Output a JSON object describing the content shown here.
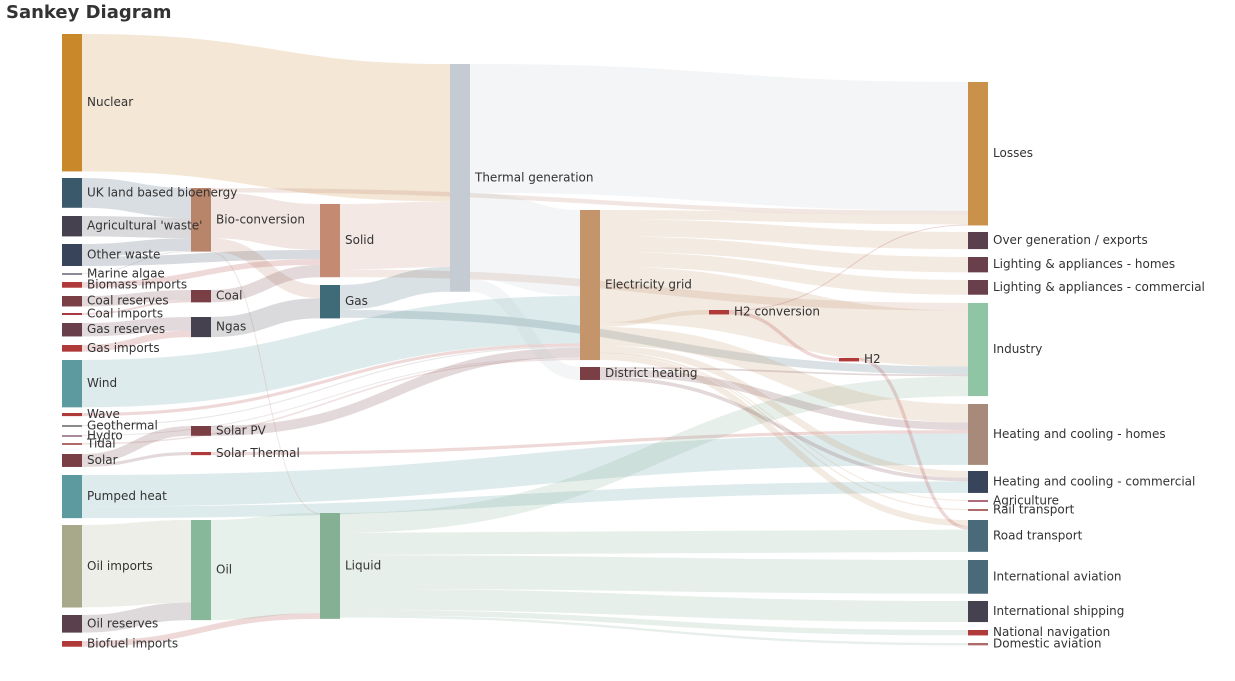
{
  "title": "Sankey Diagram",
  "chart_data": {
    "type": "sankey",
    "nodes": [
      {
        "name": "Nuclear",
        "color": "#c9892b"
      },
      {
        "name": "UK land based bioenergy",
        "color": "#3a5a6c"
      },
      {
        "name": "Agricultural 'waste'",
        "color": "#45414f"
      },
      {
        "name": "Other waste",
        "color": "#374459"
      },
      {
        "name": "Marine algae",
        "color": "#8a8a9a"
      },
      {
        "name": "Biomass imports",
        "color": "#b03a3a"
      },
      {
        "name": "Coal reserves",
        "color": "#7a3f44"
      },
      {
        "name": "Coal imports",
        "color": "#a83a3f"
      },
      {
        "name": "Gas reserves",
        "color": "#6a3f4c"
      },
      {
        "name": "Gas imports",
        "color": "#b03a3a"
      },
      {
        "name": "Wind",
        "color": "#5c9aa0"
      },
      {
        "name": "Wave",
        "color": "#b03a3a"
      },
      {
        "name": "Geothermal",
        "color": "#8a8a8a"
      },
      {
        "name": "Hydro",
        "color": "#a88a9a"
      },
      {
        "name": "Tidal",
        "color": "#b06a6a"
      },
      {
        "name": "Solar",
        "color": "#7a3f44"
      },
      {
        "name": "Pumped heat",
        "color": "#5c9aa0"
      },
      {
        "name": "Oil imports",
        "color": "#a8a88a"
      },
      {
        "name": "Oil reserves",
        "color": "#5a3f4c"
      },
      {
        "name": "Biofuel imports",
        "color": "#b03a3a"
      },
      {
        "name": "Bio-conversion",
        "color": "#b8846a"
      },
      {
        "name": "Coal",
        "color": "#7a3f44"
      },
      {
        "name": "Ngas",
        "color": "#45414f"
      },
      {
        "name": "Solar PV",
        "color": "#7a3f44"
      },
      {
        "name": "Solar Thermal",
        "color": "#b03a3a"
      },
      {
        "name": "Oil",
        "color": "#88b89a"
      },
      {
        "name": "Solid",
        "color": "#c48a72"
      },
      {
        "name": "Gas",
        "color": "#3f6a78"
      },
      {
        "name": "Liquid",
        "color": "#86b094"
      },
      {
        "name": "Thermal generation",
        "color": "#c5cbd3"
      },
      {
        "name": "Electricity grid",
        "color": "#c4956a"
      },
      {
        "name": "District heating",
        "color": "#7a3f44"
      },
      {
        "name": "H2 conversion",
        "color": "#b03a3a"
      },
      {
        "name": "H2",
        "color": "#b03a3a"
      },
      {
        "name": "Losses",
        "color": "#c9914a"
      },
      {
        "name": "Over generation / exports",
        "color": "#5a3f4c"
      },
      {
        "name": "Lighting & appliances - homes",
        "color": "#6a3f4c"
      },
      {
        "name": "Lighting & appliances - commercial",
        "color": "#6a3f4c"
      },
      {
        "name": "Industry",
        "color": "#8fc4a4"
      },
      {
        "name": "Heating and cooling - homes",
        "color": "#a88a7a"
      },
      {
        "name": "Heating and cooling - commercial",
        "color": "#374459"
      },
      {
        "name": "Agriculture",
        "color": "#b06a7a"
      },
      {
        "name": "Rail transport",
        "color": "#b06a6a"
      },
      {
        "name": "Road transport",
        "color": "#4a6a7a"
      },
      {
        "name": "International aviation",
        "color": "#4a6a7a"
      },
      {
        "name": "International shipping",
        "color": "#45414f"
      },
      {
        "name": "National navigation",
        "color": "#b03a3a"
      },
      {
        "name": "Domestic aviation",
        "color": "#b06a6a"
      }
    ],
    "links": [
      {
        "source": "Nuclear",
        "target": "Thermal generation",
        "value": 839.978
      },
      {
        "source": "UK land based bioenergy",
        "target": "Bio-conversion",
        "value": 182.01
      },
      {
        "source": "Agricultural 'waste'",
        "target": "Bio-conversion",
        "value": 124.729
      },
      {
        "source": "Other waste",
        "target": "Bio-conversion",
        "value": 77.81
      },
      {
        "source": "Other waste",
        "target": "Solid",
        "value": 56.587
      },
      {
        "source": "Marine algae",
        "target": "Bio-conversion",
        "value": 4.375
      },
      {
        "source": "Biomass imports",
        "target": "Solid",
        "value": 35
      },
      {
        "source": "Coal reserves",
        "target": "Coal",
        "value": 63.965
      },
      {
        "source": "Coal imports",
        "target": "Coal",
        "value": 11.606
      },
      {
        "source": "Gas reserves",
        "target": "Ngas",
        "value": 82.233
      },
      {
        "source": "Gas imports",
        "target": "Ngas",
        "value": 40.719
      },
      {
        "source": "Wind",
        "target": "Electricity grid",
        "value": 289.366
      },
      {
        "source": "Wave",
        "target": "Electricity grid",
        "value": 19.013
      },
      {
        "source": "Geothermal",
        "target": "Electricity grid",
        "value": 7.013
      },
      {
        "source": "Hydro",
        "target": "Electricity grid",
        "value": 6.995
      },
      {
        "source": "Tidal",
        "target": "Electricity grid",
        "value": 9.452
      },
      {
        "source": "Solar",
        "target": "Solar PV",
        "value": 59.901
      },
      {
        "source": "Solar",
        "target": "Solar Thermal",
        "value": 19.263
      },
      {
        "source": "Pumped heat",
        "target": "Heating and cooling - homes",
        "value": 193.026
      },
      {
        "source": "Pumped heat",
        "target": "Heating and cooling - commercial",
        "value": 70.672
      },
      {
        "source": "Oil imports",
        "target": "Oil",
        "value": 504.287
      },
      {
        "source": "Oil reserves",
        "target": "Oil",
        "value": 107.703
      },
      {
        "source": "Biofuel imports",
        "target": "Liquid",
        "value": 35
      },
      {
        "source": "Bio-conversion",
        "target": "Solid",
        "value": 280.322
      },
      {
        "source": "Bio-conversion",
        "target": "Gas",
        "value": 81.144
      },
      {
        "source": "Bio-conversion",
        "target": "Liquid",
        "value": 0.129
      },
      {
        "source": "Bio-conversion",
        "target": "Losses",
        "value": 26.862
      },
      {
        "source": "Coal",
        "target": "Solid",
        "value": 75.571
      },
      {
        "source": "Ngas",
        "target": "Gas",
        "value": 122.952
      },
      {
        "source": "Solar PV",
        "target": "Electricity grid",
        "value": 59.901
      },
      {
        "source": "Solar Thermal",
        "target": "Heating and cooling - homes",
        "value": 19.263
      },
      {
        "source": "Oil",
        "target": "Liquid",
        "value": 611.99
      },
      {
        "source": "Solid",
        "target": "Thermal generation",
        "value": 400.12
      },
      {
        "source": "Solid",
        "target": "Industry",
        "value": 46.477
      },
      {
        "source": "Gas",
        "target": "Thermal generation",
        "value": 151.891
      },
      {
        "source": "Gas",
        "target": "Industry",
        "value": 48.58
      },
      {
        "source": "Liquid",
        "target": "Industry",
        "value": 121.066
      },
      {
        "source": "Liquid",
        "target": "Road transport",
        "value": 135.835
      },
      {
        "source": "Liquid",
        "target": "International aviation",
        "value": 206.267
      },
      {
        "source": "Liquid",
        "target": "International shipping",
        "value": 128.69
      },
      {
        "source": "Liquid",
        "target": "National navigation",
        "value": 33.218
      },
      {
        "source": "Liquid",
        "target": "Domestic aviation",
        "value": 14.458
      },
      {
        "source": "Thermal generation",
        "target": "Electricity grid",
        "value": 525.531
      },
      {
        "source": "Thermal generation",
        "target": "Losses",
        "value": 787.129
      },
      {
        "source": "Thermal generation",
        "target": "District heating",
        "value": 79.329
      },
      {
        "source": "Electricity grid",
        "target": "Over generation / exports",
        "value": 104.453
      },
      {
        "source": "Electricity grid",
        "target": "Lighting & appliances - homes",
        "value": 93.862
      },
      {
        "source": "Electricity grid",
        "target": "Lighting & appliances - commercial",
        "value": 90.008
      },
      {
        "source": "Electricity grid",
        "target": "Industry",
        "value": 342.165
      },
      {
        "source": "Electricity grid",
        "target": "H2 conversion",
        "value": 27.14
      },
      {
        "source": "Electricity grid",
        "target": "Heating and cooling - homes",
        "value": 113.726
      },
      {
        "source": "Electricity grid",
        "target": "Heating and cooling - commercial",
        "value": 40.858
      },
      {
        "source": "Electricity grid",
        "target": "Agriculture",
        "value": 2.652
      },
      {
        "source": "Electricity grid",
        "target": "Rail transport",
        "value": 7.863
      },
      {
        "source": "Electricity grid",
        "target": "Road transport",
        "value": 37.797
      },
      {
        "source": "Electricity grid",
        "target": "Losses",
        "value": 56.691
      },
      {
        "source": "District heating",
        "target": "Industry",
        "value": 10.639
      },
      {
        "source": "District heating",
        "target": "Heating and cooling - commercial",
        "value": 22.505
      },
      {
        "source": "District heating",
        "target": "Heating and cooling - homes",
        "value": 46.184
      },
      {
        "source": "H2 conversion",
        "target": "H2",
        "value": 20.897
      },
      {
        "source": "H2 conversion",
        "target": "Losses",
        "value": 6.242
      },
      {
        "source": "H2",
        "target": "Road transport",
        "value": 20.897
      }
    ]
  }
}
